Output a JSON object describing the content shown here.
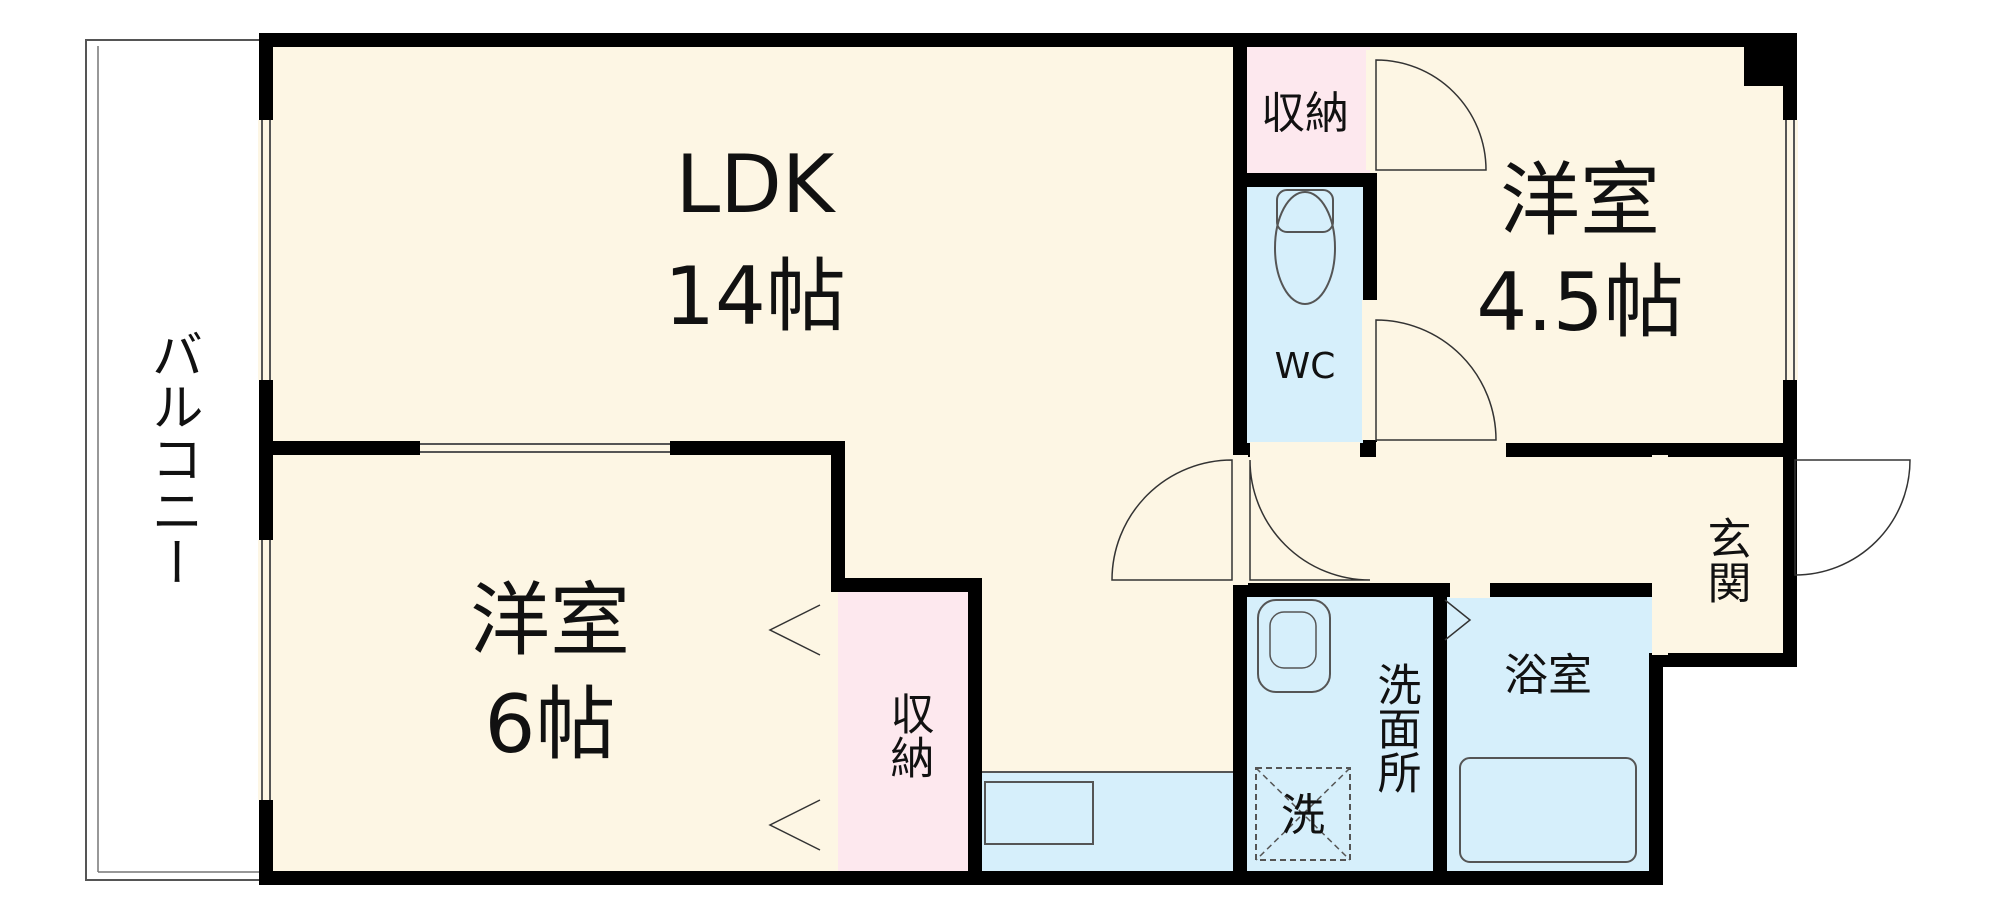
{
  "colors": {
    "wall": "#000000",
    "room_floor": "#fdf6e4",
    "storage_floor": "#fde8ee",
    "wet_area_floor": "#d6effb",
    "balcony_floor": "#ffffff"
  },
  "rooms": {
    "ldk": {
      "name": "LDK",
      "size": "14帖"
    },
    "western_large": {
      "name": "洋室",
      "size": "6帖"
    },
    "western_small": {
      "name": "洋室",
      "size": "4.5帖"
    },
    "storage_top": {
      "name": "収納"
    },
    "storage_left": {
      "name": "収納"
    },
    "toilet": {
      "name": "WC"
    },
    "washroom": {
      "name": "洗面所"
    },
    "washer": {
      "name": "洗"
    },
    "bath": {
      "name": "浴室"
    },
    "entrance": {
      "name": "玄関"
    },
    "balcony": {
      "name": "バルコニー"
    }
  }
}
